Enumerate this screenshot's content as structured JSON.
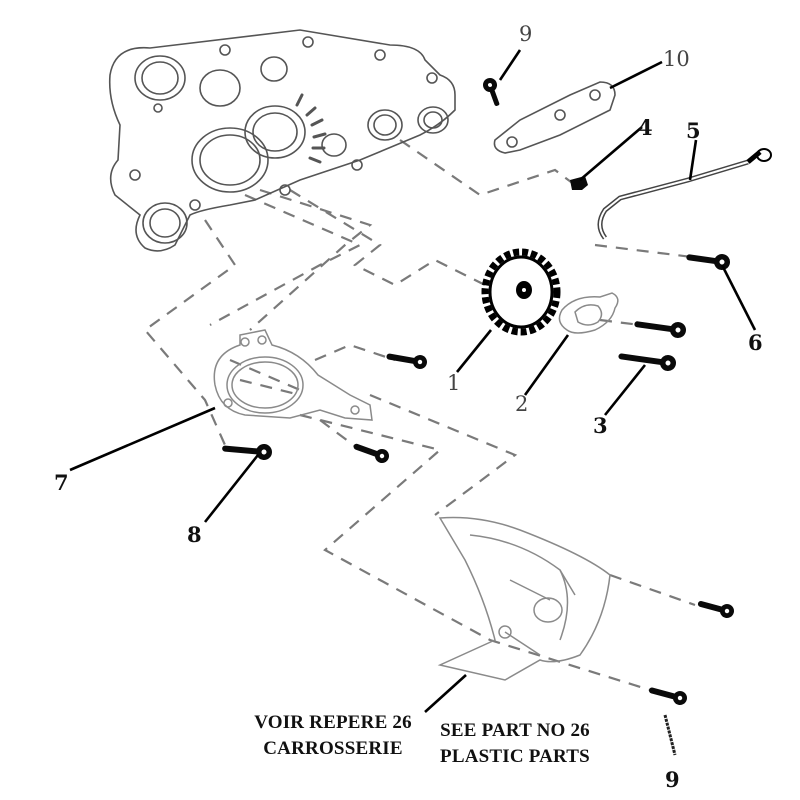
{
  "diagram": {
    "title": "",
    "type": "exploded-parts-view",
    "callouts": [
      {
        "id": "c1",
        "label": "1",
        "part": "drive-sprocket"
      },
      {
        "id": "c2",
        "label": "2",
        "part": "sprocket-lock-washer"
      },
      {
        "id": "c3",
        "label": "3",
        "part": "bolt"
      },
      {
        "id": "c4",
        "label": "4",
        "part": "nut"
      },
      {
        "id": "c5",
        "label": "5",
        "part": "cable"
      },
      {
        "id": "c6",
        "label": "6",
        "part": "bolt"
      },
      {
        "id": "c7",
        "label": "7",
        "part": "gasket-plate"
      },
      {
        "id": "c8",
        "label": "8",
        "part": "bolt"
      },
      {
        "id": "c9a",
        "label": "9",
        "part": "bolt"
      },
      {
        "id": "c9b",
        "label": "9",
        "part": "bolt"
      },
      {
        "id": "c10",
        "label": "10",
        "part": "bracket"
      }
    ],
    "notes": {
      "french_line1": "VOIR REPERE 26",
      "french_line2": "CARROSSERIE",
      "english_line1": "SEE PART NO 26",
      "english_line2": "PLASTIC PARTS"
    },
    "colors": {
      "ink": "#000000",
      "outline": "#555555",
      "dashed_lines": "#7a7a7a",
      "background": "#ffffff"
    }
  }
}
